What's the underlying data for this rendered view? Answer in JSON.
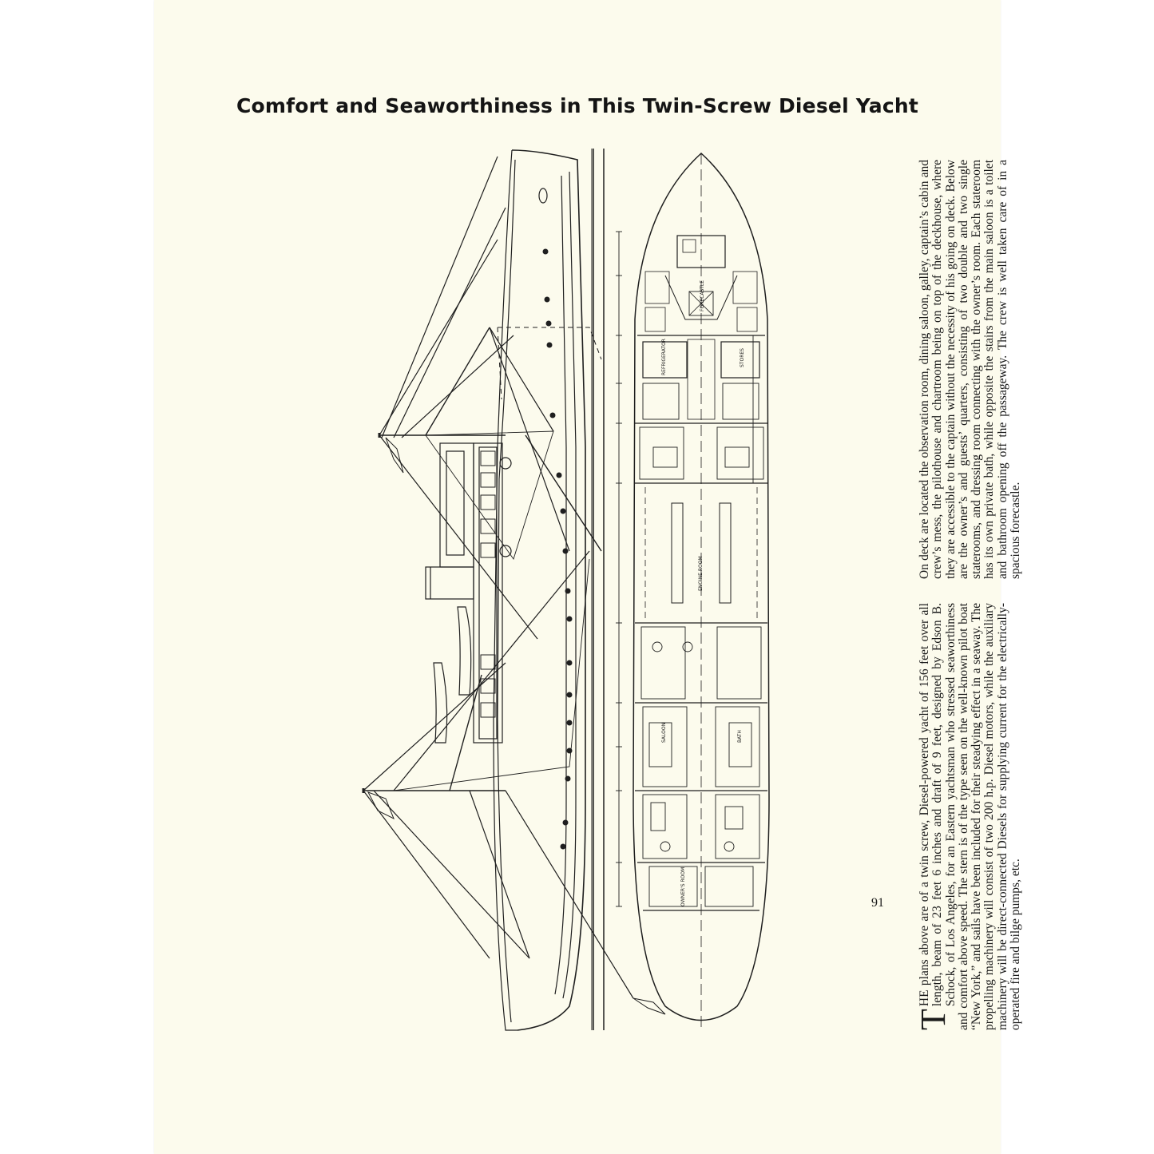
{
  "title": "Comfort and Seaworthiness in This Twin-Screw Diesel Yacht",
  "page_number": "91",
  "body_left": {
    "drop_cap": "T",
    "text": "HE plans above are of a twin screw, Diesel-powered yacht of 156 feet over all length, beam of 23 feet 6 inches and draft of 9 feet, designed by Edson B. Schock, of Los Angeles, for an Eastern yachtsman who stressed seaworthiness and comfort above speed. The stern is of the type seen on the well-known pilot boat “New York,” and sails have been included for their steadying effect in a seaway. The propelling machinery will consist of two 200 h.p. Diesel motors, while the auxiliary machinery will be direct-connected Diesels for supplying current for the electrically-operated fire and bilge pumps, etc."
  },
  "body_right": {
    "text": "On deck are located the observation room, dining saloon, galley, captain’s cabin and crew’s mess, the pilothouse and chartroom being on top of the deckhouse, where they are accessible to the captain without the necessity of his going on deck. Below are the owner’s and guests’ quarters, consisting of two double and two single staterooms, and dressing room connecting with the owner’s room. Each stateroom has its own private bath, while opposite the stairs from the main saloon is a toilet and bathroom opening off the passageway. The crew is well taken care of in a spacious forecastle."
  },
  "plan_labels": {
    "engine_room": "ENGINE ROOM",
    "owners_room": "OWNER'S ROOM",
    "refrigerator": "REFRIGERATOR",
    "stores": "STORES",
    "forecastle": "FORECASTLE",
    "bath": "BATH",
    "saloon": "SALOON"
  },
  "colors": {
    "paper": "#fcfbed",
    "ink": "#1a1a1a"
  }
}
